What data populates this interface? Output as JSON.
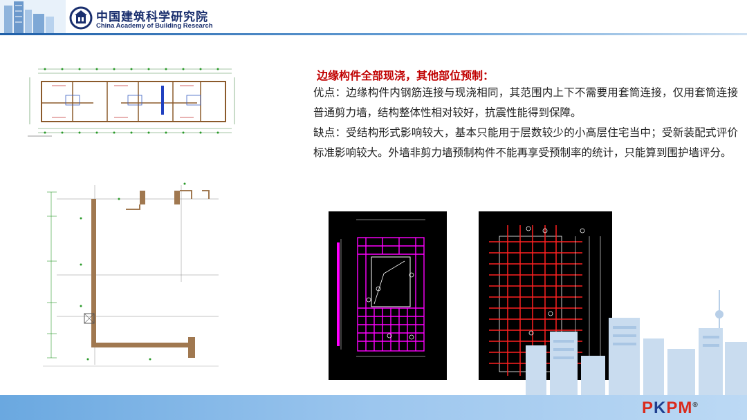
{
  "header": {
    "org_name_cn": "中国建筑科学研究院",
    "org_name_en": "China Academy of Building Research"
  },
  "content": {
    "heading": "边缘构件全部现浇，其他部位预制：",
    "advantages": "优点：边缘构件内钢筋连接与现浇相同，其范围内上下不需要用套筒连接，仅用套筒连接普通剪力墙，结构整体性相对较好，抗震性能得到保障。",
    "disadvantages": "缺点：受结构形式影响较大，基本只能用于层数较少的小高层住宅当中；受新装配式评价标准影响较大。外墙非剪力墙预制构件不能再享受预制率的统计，只能算到围护墙评分。"
  },
  "footer": {
    "brand": {
      "p": "P",
      "k": "K",
      "pm": "PM",
      "reg": "®"
    }
  },
  "colors": {
    "heading": "#c00000",
    "brand_blue": "#1a2f6e",
    "cad_background": "#000000",
    "rebar_magenta": "#ff00ff",
    "rebar_red": "#ff2020"
  }
}
